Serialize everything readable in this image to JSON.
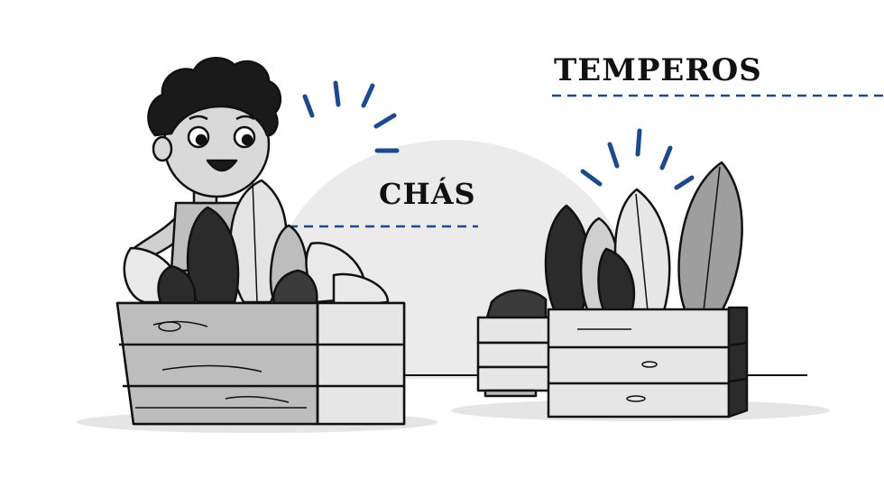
{
  "labels": {
    "temperos": "TEMPEROS",
    "chas": "CHÁS"
  },
  "colors": {
    "accent": "#1d4a8f",
    "ink": "#111111",
    "backdrop": "#ebebeb"
  },
  "illustration": {
    "subject": "boy",
    "left_crate": "crate",
    "right_crates": "crates",
    "plants": "leaves"
  }
}
